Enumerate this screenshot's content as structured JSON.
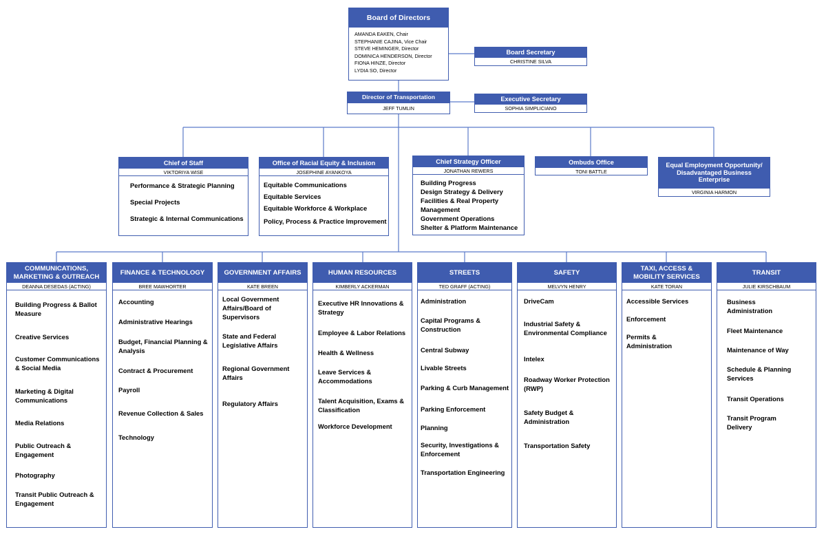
{
  "board": {
    "title": "Board of Directors",
    "members": [
      "AMANDA EAKEN, Chair",
      "STEPHANIE CAJINA, Vice Chair",
      "STEVE HEMINGER, Director",
      "DOMINICA HENDERSON, Director",
      "FIONA HINZE, Director",
      "LYDIA SO, Director"
    ]
  },
  "board_secretary": {
    "title": "Board Secretary",
    "name": "CHRISTINE SILVA"
  },
  "director": {
    "title": "Director of Transportation",
    "name": "JEFF TUMLIN"
  },
  "exec_secretary": {
    "title": "Executive Secretary",
    "name": "SOPHIA SIMPLICIANO"
  },
  "offices": [
    {
      "title": "Chief of Staff",
      "name": "VIKTORIYA WISE",
      "items": [
        "Performance & Strategic Planning",
        "Special Projects",
        "Strategic & Internal Communications"
      ]
    },
    {
      "title": "Office of Racial Equity & Inclusion",
      "name": "JOSEPHINE AYANKOYA",
      "items": [
        "Equitable Communications",
        "Equitable Services",
        "Equitable Workforce & Workplace",
        "Policy, Process & Practice Improvement"
      ]
    },
    {
      "title": "Chief Strategy Officer",
      "name": "JONATHAN REWERS",
      "items": [
        "Building Progress",
        "Design Strategy & Delivery",
        "Facilities & Real Property Management",
        "Government Operations",
        "Shelter & Platform Maintenance"
      ]
    },
    {
      "title": "Ombuds Office",
      "name": "TONI BATTLE",
      "items": []
    },
    {
      "title": "Equal Employment Opportunity/ Disadvantaged Business Enterprise",
      "name": "VIRGINIA HARMON",
      "items": []
    }
  ],
  "divisions": [
    {
      "title": "COMMUNICATIONS, MARKETING & OUTREACH",
      "name": "DEANNA DESEDAS (ACTING)",
      "items": [
        "Building Progress & Ballot Measure",
        "Creative Services",
        "Customer Communications & Social Media",
        "Marketing & Digital Communications",
        "Media Relations",
        "Public Outreach & Engagement",
        "Photography",
        "Transit Public Outreach & Engagement"
      ]
    },
    {
      "title": "FINANCE & TECHNOLOGY",
      "name": "BREE MAWHORTER",
      "items": [
        "Accounting",
        "Administrative Hearings",
        "Budget, Financial Planning & Analysis",
        "Contract & Procurement",
        "Payroll",
        "Revenue Collection & Sales",
        "Technology"
      ]
    },
    {
      "title": "GOVERNMENT AFFAIRS",
      "name": "KATE BREEN",
      "items": [
        "Local Government Affairs/Board of Supervisors",
        "State and Federal Legislative Affairs",
        "Regional Government Affairs",
        "Regulatory Affairs"
      ]
    },
    {
      "title": "HUMAN RESOURCES",
      "name": "KIMBERLY ACKERMAN",
      "items": [
        "Executive HR Innovations & Strategy",
        "Employee & Labor Relations",
        "Health & Wellness",
        "Leave Services & Accommodations",
        "Talent Acquisition, Exams & Classification",
        "Workforce Development"
      ]
    },
    {
      "title": "STREETS",
      "name": "TED GRAFF (ACTING)",
      "items": [
        "Administration",
        "Capital Programs & Construction",
        "Central Subway",
        "Livable Streets",
        "Parking & Curb Management",
        "Parking Enforcement",
        "Planning",
        "Security, Investigations & Enforcement",
        "Transportation Engineering"
      ]
    },
    {
      "title": "SAFETY",
      "name": "MELVYN HENRY",
      "items": [
        "DriveCam",
        "Industrial Safety & Environmental Compliance",
        "Intelex",
        "Roadway Worker Protection (RWP)",
        "Safety Budget & Administration",
        "Transportation Safety"
      ]
    },
    {
      "title": "TAXI, ACCESS & MOBILITY SERVICES",
      "name": "KATE TORAN",
      "items": [
        "Accessible Services",
        "Enforcement",
        "Permits & Administration"
      ]
    },
    {
      "title": "TRANSIT",
      "name": "JULIE KIRSCHBAUM",
      "items": [
        "Business Administration",
        "Fleet Maintenance",
        "Maintenance of Way",
        "Schedule & Planning Services",
        "Transit Operations",
        "Transit Program Delivery"
      ]
    }
  ],
  "colors": {
    "header_blue": "#3f5caf",
    "connector": "#5b7ac9"
  }
}
